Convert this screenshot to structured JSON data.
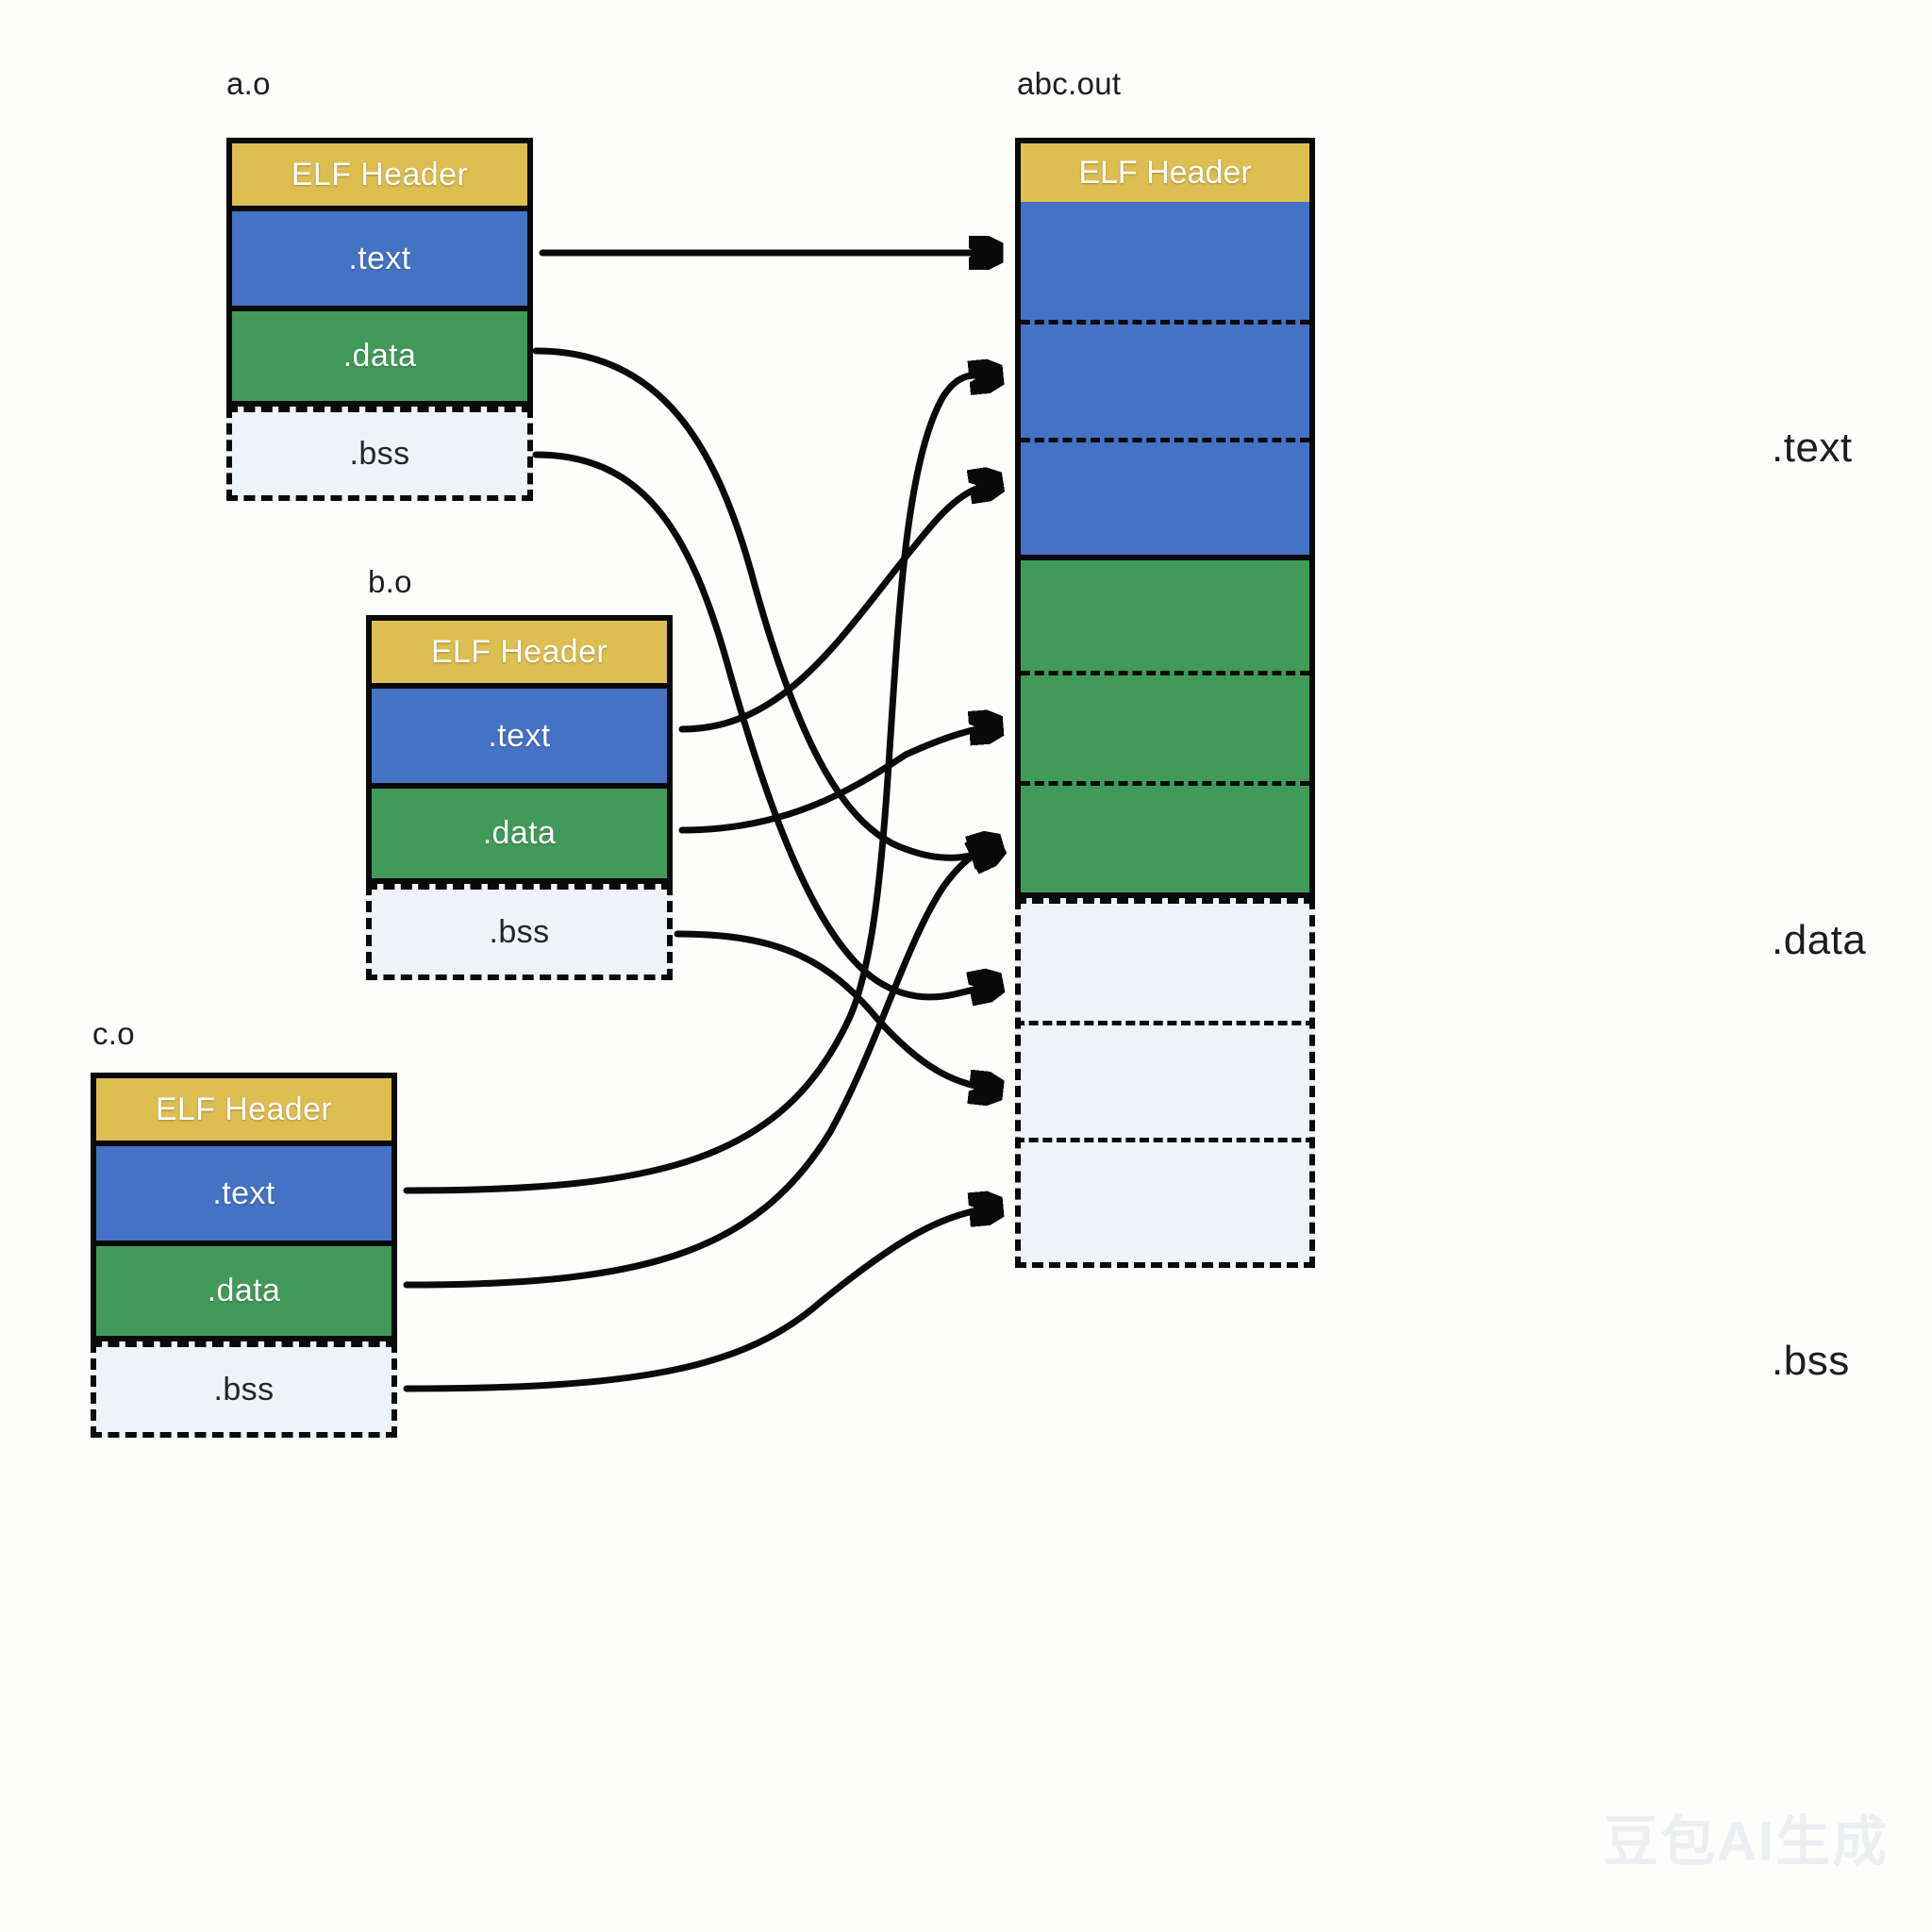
{
  "diagram": {
    "title_hidden": "",
    "colors": {
      "elf_header": "#ddbe51",
      "text_section": "#4572c4",
      "data_section": "#429a5a",
      "bss_section": "#edf3f9",
      "stroke": "#0a0a0a",
      "background": "#fdfdfb"
    },
    "section_labels": {
      "elf_header": "ELF Header",
      "text": ".text",
      "data": ".data",
      "bss": ".bss"
    }
  },
  "inputs": [
    {
      "id": "a",
      "title": "a.o",
      "segments": [
        {
          "key": "elf",
          "label": "ELF Header"
        },
        {
          "key": "text",
          "label": ".text"
        },
        {
          "key": "data",
          "label": ".data"
        },
        {
          "key": "bss",
          "label": ".bss"
        }
      ]
    },
    {
      "id": "b",
      "title": "b.o",
      "segments": [
        {
          "key": "elf",
          "label": "ELF Header"
        },
        {
          "key": "text",
          "label": ".text"
        },
        {
          "key": "data",
          "label": ".data"
        },
        {
          "key": "bss",
          "label": ".bss"
        }
      ]
    },
    {
      "id": "c",
      "title": "c.o",
      "segments": [
        {
          "key": "elf",
          "label": "ELF Header"
        },
        {
          "key": "text",
          "label": ".text"
        },
        {
          "key": "data",
          "label": ".data"
        },
        {
          "key": "bss",
          "label": ".bss"
        }
      ]
    }
  ],
  "output": {
    "title": "abc.out",
    "header_label": "ELF Header",
    "merged_sections": [
      {
        "key": "text",
        "label": ".text",
        "sub_parts": 3
      },
      {
        "key": "data",
        "label": ".data",
        "sub_parts": 3
      },
      {
        "key": "bss",
        "label": ".bss",
        "sub_parts": 3
      }
    ],
    "side_labels": {
      "text": ".text",
      "data": ".data",
      "bss": ".bss"
    }
  },
  "mappings": [
    {
      "from": "a.o/.text",
      "to": "abc.out/.text[0]"
    },
    {
      "from": "b.o/.text",
      "to": "abc.out/.text[1]"
    },
    {
      "from": "c.o/.text",
      "to": "abc.out/.text[2]"
    },
    {
      "from": "a.o/.data",
      "to": "abc.out/.data[0]"
    },
    {
      "from": "b.o/.data",
      "to": "abc.out/.data[1]"
    },
    {
      "from": "c.o/.data",
      "to": "abc.out/.data[2]"
    },
    {
      "from": "a.o/.bss",
      "to": "abc.out/.bss[0]"
    },
    {
      "from": "b.o/.bss",
      "to": "abc.out/.bss[1]"
    },
    {
      "from": "c.o/.bss",
      "to": "abc.out/.bss[2]"
    }
  ],
  "watermark": {
    "text": "豆包AI生成"
  }
}
